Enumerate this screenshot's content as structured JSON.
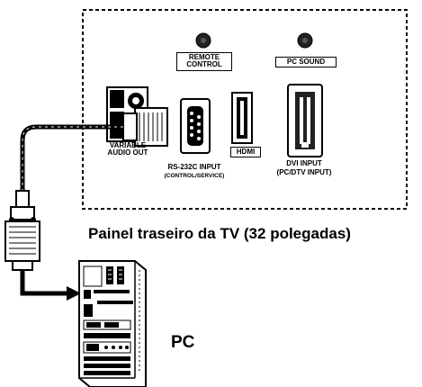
{
  "panel": {
    "remote_control": "REMOTE CONTROL",
    "pc_sound": "PC SOUND",
    "variable_audio_out": "VARIABLE AUDIO OUT",
    "rs232c_input": "RS-232C INPUT",
    "rs232c_sub": "(CONTROL/SERVICE)",
    "hdmi": "HDMI",
    "dvi_input": "DVI INPUT",
    "dvi_sub": "(PC/DTV INPUT)"
  },
  "captions": {
    "panel_caption": "Painel traseiro da TV (32 polegadas)",
    "pc_caption": "PC"
  }
}
